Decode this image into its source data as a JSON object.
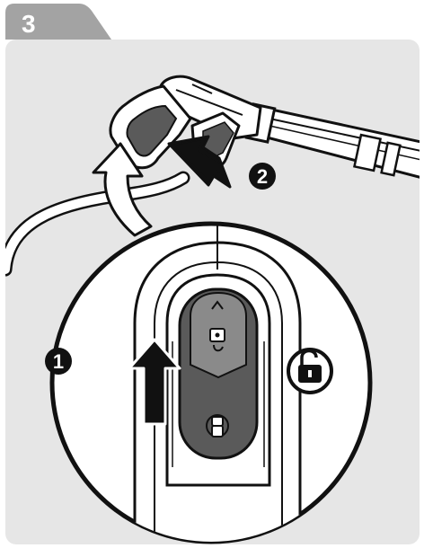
{
  "step": {
    "number": "3"
  },
  "callouts": [
    {
      "number": "1"
    },
    {
      "number": "2"
    }
  ],
  "icons": {
    "unlock": "unlock-padlock-icon",
    "up_arrow": "up-arrow-icon",
    "curved_arrow": "curved-arrow-icon",
    "push_arrow": "push-arrow-icon"
  },
  "colors": {
    "panel_bg": "#e6e6e6",
    "tab_bg": "#a3a3a3",
    "line": "#111111",
    "dark_part": "#5a5a5a",
    "white": "#ffffff"
  }
}
